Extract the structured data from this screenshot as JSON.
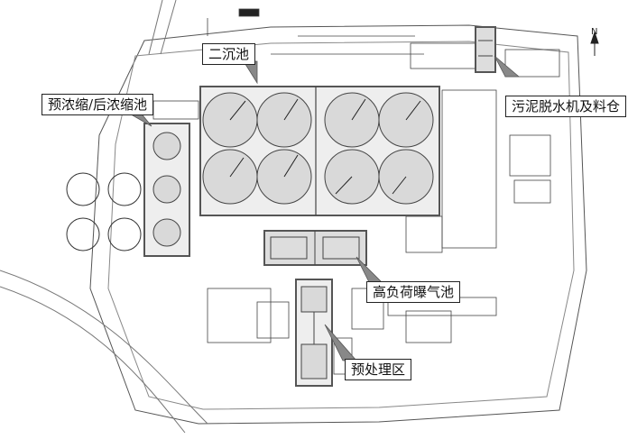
{
  "callouts": {
    "secondary_clarifier": "二沉池",
    "thickening": "预浓缩/后浓缩池",
    "sludge_dewatering": "污泥脱水机及料仓",
    "high_load_aeration": "高负荷曝气池",
    "pretreatment": "预处理区"
  },
  "north_label": "N",
  "colors": {
    "line": "#333333",
    "highlight_box": "#666666",
    "callout_fill": "#ffffff",
    "tank_fill": "#d9d9d9"
  }
}
